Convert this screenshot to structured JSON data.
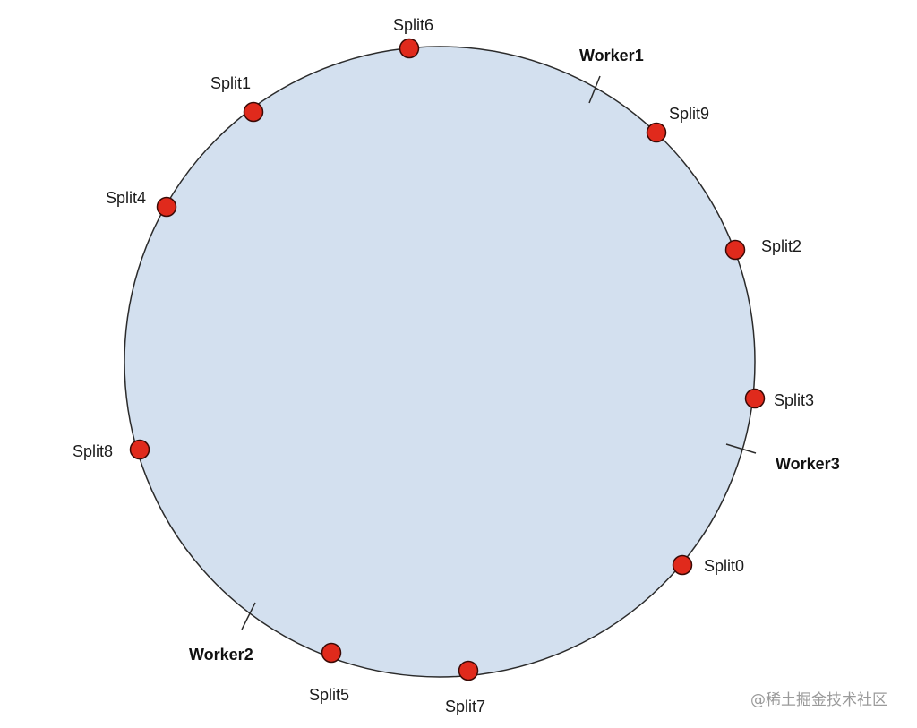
{
  "colors": {
    "ring_fill": "#d3e0ef",
    "ring_stroke": "#2b2b2b",
    "split_node_fill": "#e02a1c",
    "split_node_stroke": "#3a0a06",
    "label_text": "#1a1a1a"
  },
  "splits": [
    {
      "label": "Split6"
    },
    {
      "label": "Split1"
    },
    {
      "label": "Split9"
    },
    {
      "label": "Split4"
    },
    {
      "label": "Split2"
    },
    {
      "label": "Split3"
    },
    {
      "label": "Split8"
    },
    {
      "label": "Split0"
    },
    {
      "label": "Split5"
    },
    {
      "label": "Split7"
    }
  ],
  "workers": [
    {
      "label": "Worker1"
    },
    {
      "label": "Worker3"
    },
    {
      "label": "Worker2"
    }
  ],
  "watermark": {
    "text": "@稀土掘金技术社区"
  }
}
